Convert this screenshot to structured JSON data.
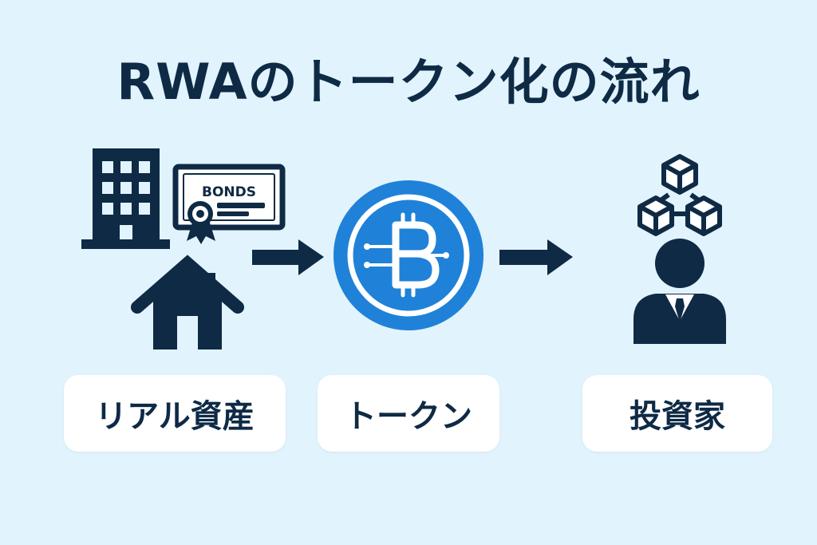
{
  "title": "RWAのトークン化の流れ",
  "icons": {
    "building": "building-icon",
    "bond": "bond-certificate-icon",
    "house": "house-icon",
    "token": "bitcoin-token-icon",
    "blocks": "blockchain-cubes-icon",
    "investor": "investor-person-icon",
    "arrow": "arrow-right-icon"
  },
  "bond_label": "BONDS",
  "steps": [
    {
      "label": "リアル資産"
    },
    {
      "label": "トークン"
    },
    {
      "label": "投資家"
    }
  ],
  "colors": {
    "background": "#e1f3fc",
    "ink": "#0e2a45",
    "accent": "#1f82d8",
    "box": "#ffffff"
  }
}
